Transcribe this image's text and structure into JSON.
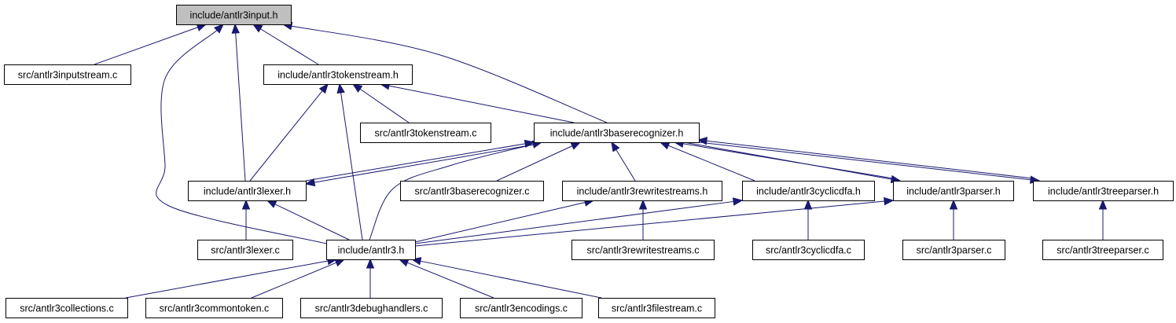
{
  "graph": {
    "title": "include/antlr3input.h",
    "nodes": [
      {
        "id": "input_h",
        "label": "include/antlr3input.h",
        "root": true
      },
      {
        "id": "inputstream_c",
        "label": "src/antlr3inputstream.c"
      },
      {
        "id": "tokenstream_h",
        "label": "include/antlr3tokenstream.h"
      },
      {
        "id": "tokenstream_c",
        "label": "src/antlr3tokenstream.c"
      },
      {
        "id": "baserec_h",
        "label": "include/antlr3baserecognizer.h"
      },
      {
        "id": "lexer_h",
        "label": "include/antlr3lexer.h"
      },
      {
        "id": "baserec_c",
        "label": "src/antlr3baserecognizer.c"
      },
      {
        "id": "rewrite_h",
        "label": "include/antlr3rewritestreams.h"
      },
      {
        "id": "cyclicdfa_h",
        "label": "include/antlr3cyclicdfa.h"
      },
      {
        "id": "parser_h",
        "label": "include/antlr3parser.h"
      },
      {
        "id": "treeparser_h",
        "label": "include/antlr3treeparser.h"
      },
      {
        "id": "lexer_c",
        "label": "src/antlr3lexer.c"
      },
      {
        "id": "antlr3_h",
        "label": "include/antlr3.h"
      },
      {
        "id": "rewrite_c",
        "label": "src/antlr3rewritestreams.c"
      },
      {
        "id": "cyclicdfa_c",
        "label": "src/antlr3cyclicdfa.c"
      },
      {
        "id": "parser_c",
        "label": "src/antlr3parser.c"
      },
      {
        "id": "treeparser_c",
        "label": "src/antlr3treeparser.c"
      },
      {
        "id": "collections_c",
        "label": "src/antlr3collections.c"
      },
      {
        "id": "commontoken_c",
        "label": "src/antlr3commontoken.c"
      },
      {
        "id": "debughandlers_c",
        "label": "src/antlr3debughandlers.c"
      },
      {
        "id": "encodings_c",
        "label": "src/antlr3encodings.c"
      },
      {
        "id": "filestream_c",
        "label": "src/antlr3filestream.c"
      }
    ],
    "edges": [
      {
        "from": "inputstream_c",
        "to": "input_h"
      },
      {
        "from": "tokenstream_h",
        "to": "input_h"
      },
      {
        "from": "baserec_h",
        "to": "input_h"
      },
      {
        "from": "lexer_h",
        "to": "input_h"
      },
      {
        "from": "antlr3_h",
        "to": "input_h"
      },
      {
        "from": "tokenstream_c",
        "to": "tokenstream_h"
      },
      {
        "from": "baserec_h",
        "to": "tokenstream_h"
      },
      {
        "from": "lexer_h",
        "to": "tokenstream_h"
      },
      {
        "from": "antlr3_h",
        "to": "tokenstream_h"
      },
      {
        "from": "lexer_h",
        "to": "baserec_h"
      },
      {
        "from": "baserec_h",
        "to": "lexer_h"
      },
      {
        "from": "baserec_c",
        "to": "baserec_h"
      },
      {
        "from": "rewrite_h",
        "to": "baserec_h"
      },
      {
        "from": "cyclicdfa_h",
        "to": "baserec_h"
      },
      {
        "from": "parser_h",
        "to": "baserec_h"
      },
      {
        "from": "baserec_h",
        "to": "parser_h"
      },
      {
        "from": "treeparser_h",
        "to": "baserec_h"
      },
      {
        "from": "baserec_h",
        "to": "treeparser_h"
      },
      {
        "from": "antlr3_h",
        "to": "baserec_h"
      },
      {
        "from": "lexer_c",
        "to": "lexer_h"
      },
      {
        "from": "antlr3_h",
        "to": "lexer_h"
      },
      {
        "from": "antlr3_h",
        "to": "rewrite_h"
      },
      {
        "from": "rewrite_c",
        "to": "rewrite_h"
      },
      {
        "from": "antlr3_h",
        "to": "cyclicdfa_h"
      },
      {
        "from": "cyclicdfa_c",
        "to": "cyclicdfa_h"
      },
      {
        "from": "antlr3_h",
        "to": "parser_h"
      },
      {
        "from": "parser_c",
        "to": "parser_h"
      },
      {
        "from": "treeparser_c",
        "to": "treeparser_h"
      },
      {
        "from": "collections_c",
        "to": "antlr3_h"
      },
      {
        "from": "commontoken_c",
        "to": "antlr3_h"
      },
      {
        "from": "debughandlers_c",
        "to": "antlr3_h"
      },
      {
        "from": "encodings_c",
        "to": "antlr3_h"
      },
      {
        "from": "filestream_c",
        "to": "antlr3_h"
      }
    ]
  }
}
